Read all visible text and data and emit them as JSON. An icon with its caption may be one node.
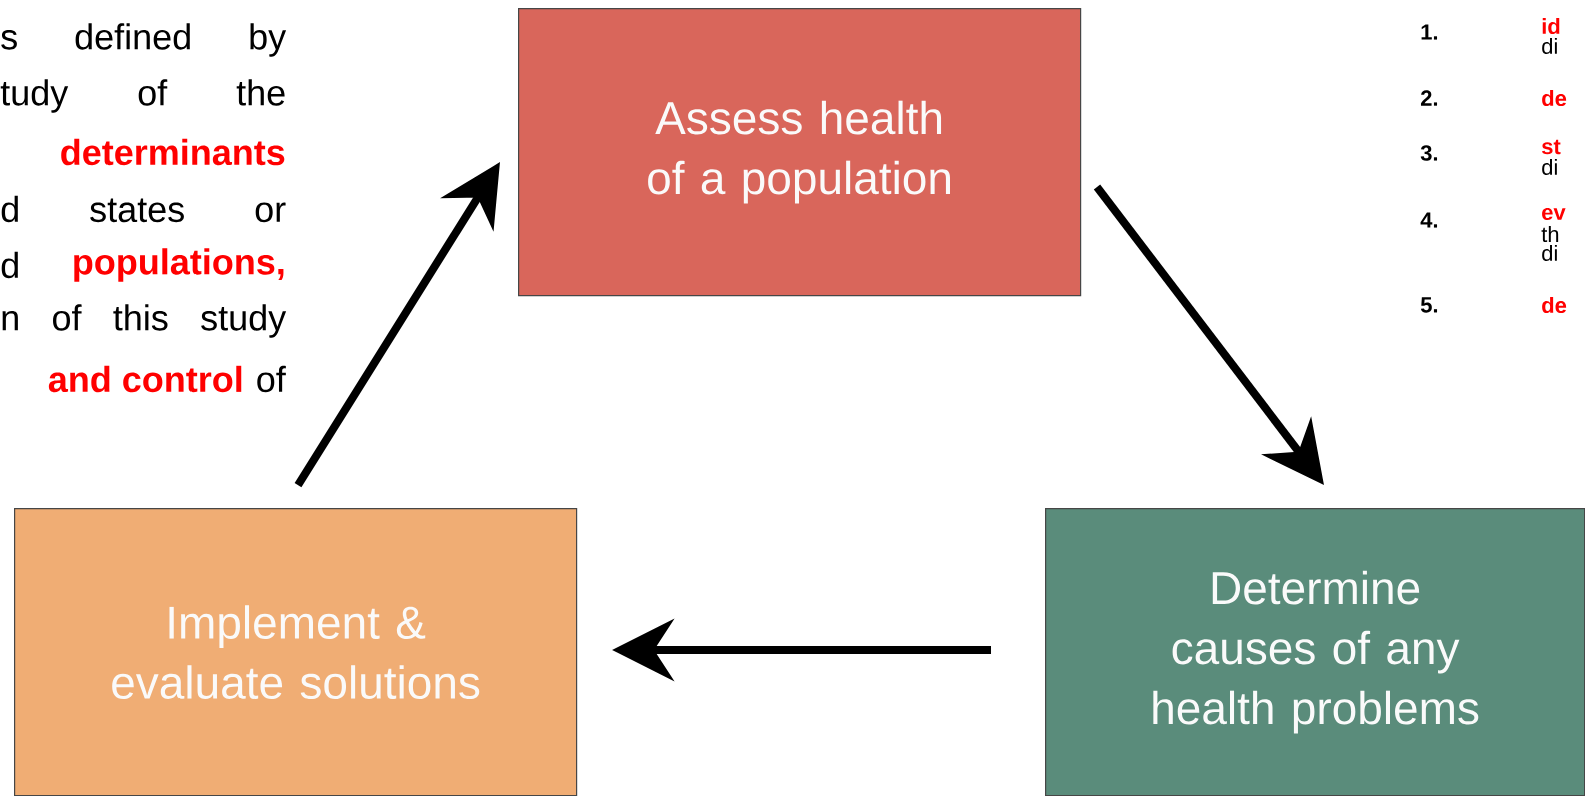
{
  "diagram": {
    "nodes": [
      {
        "text": [
          "Assess health of a population"
        ]
      },
      {
        "text": [
          "Determine causes of any health problems"
        ]
      },
      {
        "text": [
          "Implement & evaluate solutions"
        ]
      }
    ],
    "edges": [
      {
        "from": 0,
        "to": 1,
        "arrow": "to"
      },
      {
        "from": 1,
        "to": 2,
        "arrow": "to"
      },
      {
        "from": 2,
        "to": 0,
        "arrow": "to"
      }
    ],
    "labels": [
      "s defined by",
      "tudy of the",
      "determinants",
      "d states or",
      "d",
      "populations,",
      "n of this study",
      "and control",
      "of",
      "1.",
      "id",
      "di",
      "2.",
      "de",
      "3.",
      "st",
      "di",
      "4.",
      "ev",
      "th",
      "di",
      "5.",
      "de"
    ]
  }
}
